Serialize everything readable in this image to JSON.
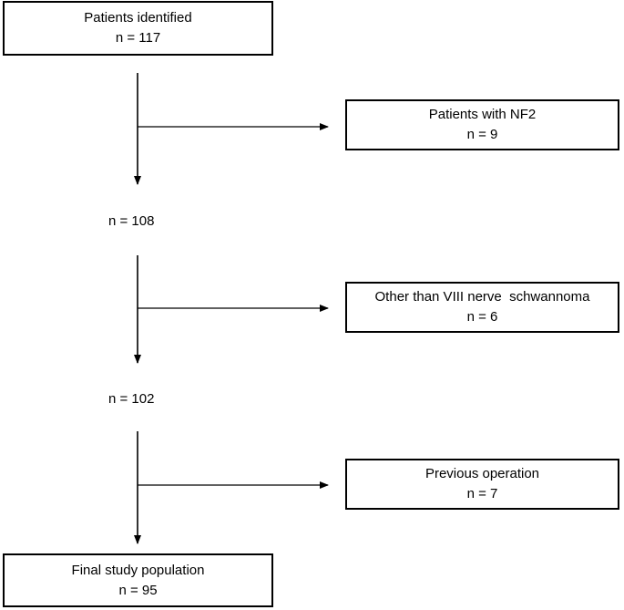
{
  "nodes": {
    "identified": {
      "label": "Patients identified",
      "n": "n = 117"
    },
    "nf2": {
      "label": "Patients with NF2",
      "n": "n = 9"
    },
    "after_nf2": {
      "n": "n = 108"
    },
    "other": {
      "label": "Other than VIII nerve  schwannoma",
      "n": "n = 6"
    },
    "after_other": {
      "n": "n = 102"
    },
    "previous": {
      "label": "Previous operation",
      "n": "n = 7"
    },
    "final": {
      "label": "Final study population",
      "n": "n = 95"
    }
  }
}
